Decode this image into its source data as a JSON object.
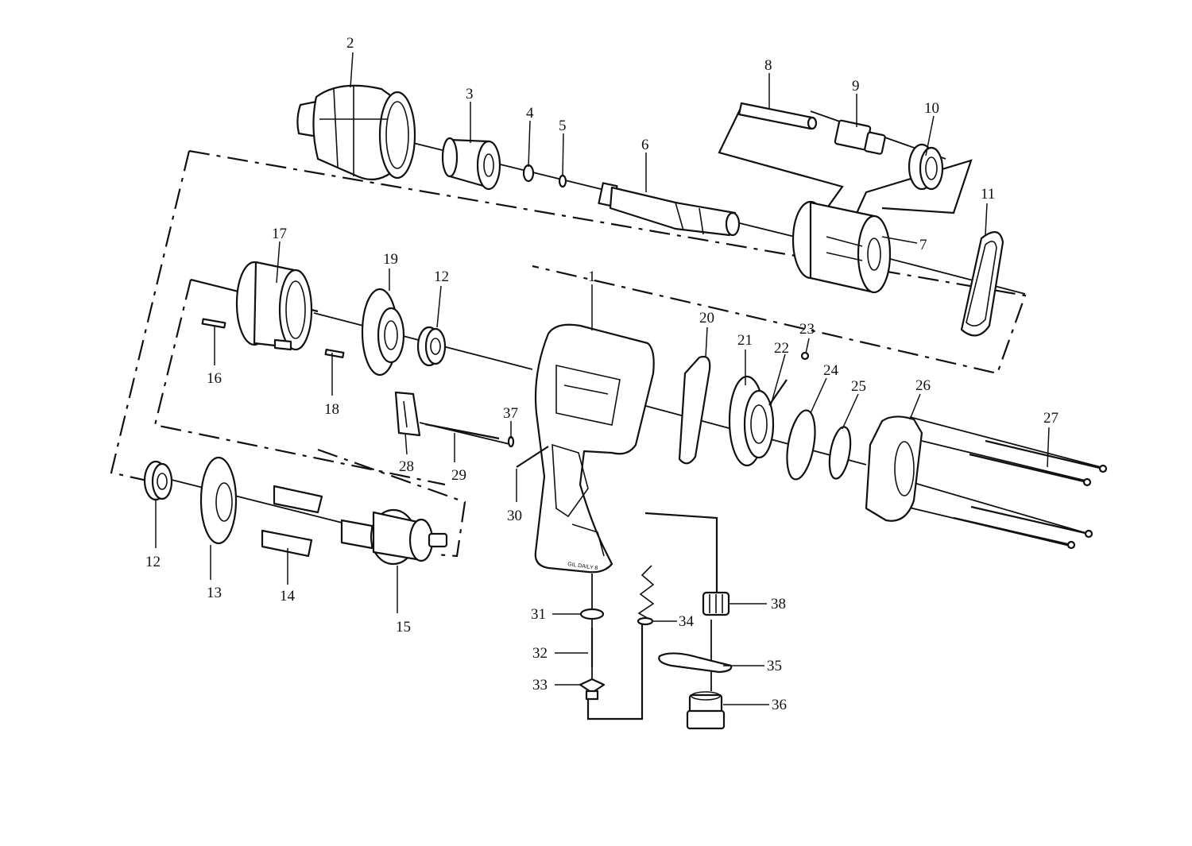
{
  "diagram": {
    "type": "exploded parts diagram",
    "subject": "pneumatic impact wrench",
    "housing_marking": "GIL DAILY 8",
    "part_labels": [
      "1",
      "2",
      "3",
      "4",
      "5",
      "6",
      "7",
      "8",
      "9",
      "10",
      "11",
      "12",
      "12",
      "13",
      "14",
      "15",
      "16",
      "17",
      "18",
      "19",
      "20",
      "21",
      "22",
      "23",
      "24",
      "25",
      "26",
      "27",
      "28",
      "29",
      "30",
      "31",
      "32",
      "33",
      "34",
      "35",
      "36",
      "37",
      "38"
    ],
    "line_color": "#111111",
    "background_color": "#ffffff"
  }
}
